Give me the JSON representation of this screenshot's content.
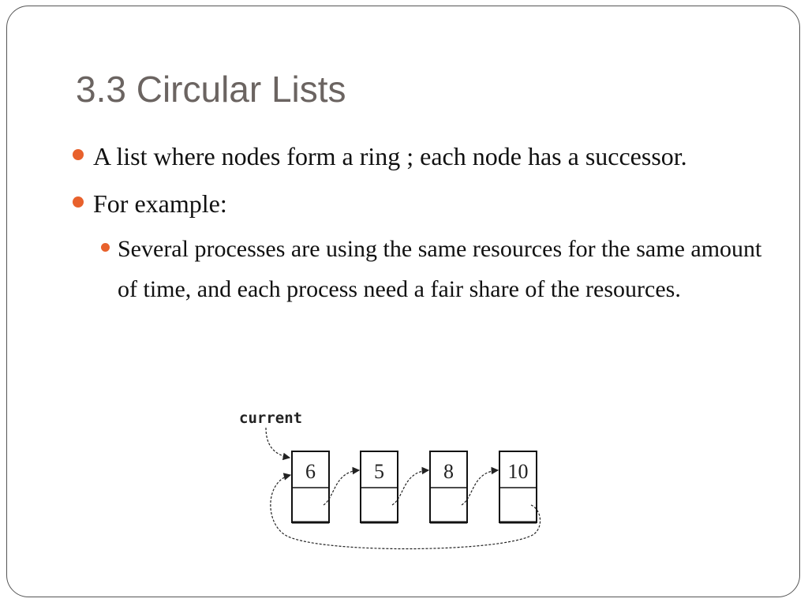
{
  "slide": {
    "title": "3.3 Circular Lists",
    "bullets": [
      {
        "text": "A list  where nodes form a ring ; each node has a successor."
      },
      {
        "text": "For example:"
      }
    ],
    "sub_bullets": [
      {
        "text": "Several processes are using the same resources for the same amount of time, and each process need a fair share of the resources."
      }
    ],
    "bullet_color": "#e8612c",
    "title_color": "#6b6461"
  },
  "diagram": {
    "pointer_label": "current",
    "nodes": [
      "6",
      "5",
      "8",
      "10"
    ]
  }
}
